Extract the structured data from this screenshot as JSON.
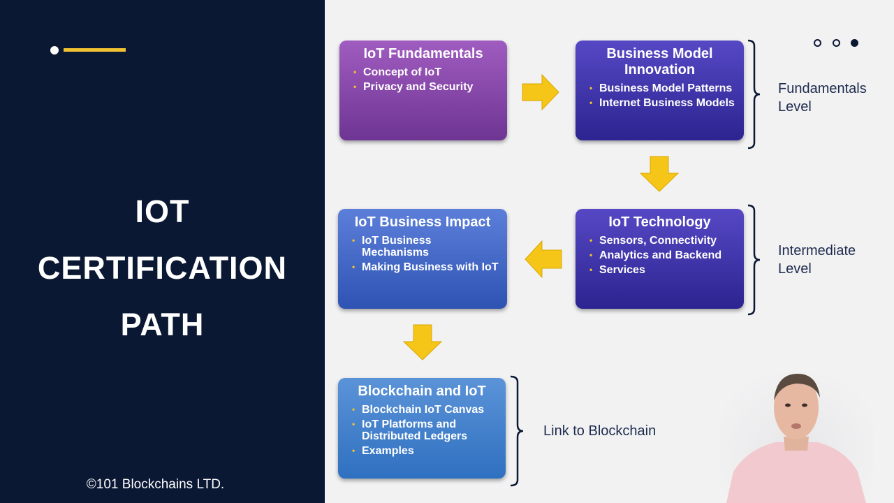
{
  "left_panel": {
    "title_lines": [
      "IOT",
      "CERTIFICATION",
      "PATH"
    ],
    "copyright": "©101 Blockchains LTD."
  },
  "boxes": {
    "iot_fundamentals": {
      "title": "IoT Fundamentals",
      "items": [
        "Concept of IoT",
        "Privacy and Security"
      ]
    },
    "business_model": {
      "title": "Business Model Innovation",
      "items": [
        "Business Model Patterns",
        "Internet Business Models"
      ]
    },
    "iot_technology": {
      "title": "IoT Technology",
      "items": [
        "Sensors, Connectivity",
        "Analytics and Backend",
        "Services"
      ]
    },
    "iot_business_impact": {
      "title": "IoT Business Impact",
      "items": [
        "IoT Business Mechanisms",
        "Making Business with IoT"
      ]
    },
    "blockchain_iot": {
      "title": "Blockchain and IoT",
      "items": [
        "Blockchain IoT Canvas",
        "IoT Platforms and Distributed Ledgers",
        "Examples"
      ]
    }
  },
  "levels": {
    "fundamentals": [
      "Fundamentals",
      "Level"
    ],
    "intermediate": [
      "Intermediate",
      "Level"
    ],
    "blockchain": "Link to Blockchain"
  },
  "colors": {
    "left_bg": "#0b1833",
    "accent": "#f1c232",
    "arrow": "#f5c518",
    "label_text": "#1d2b4d"
  },
  "icons": {
    "arrow": "yellow-block-arrow",
    "bracket": "right-curly-bracket",
    "menu": "three-dots"
  }
}
